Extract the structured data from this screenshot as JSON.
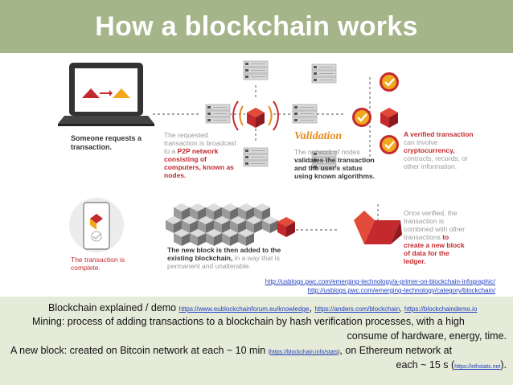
{
  "title": "How a blockchain works",
  "diagram": {
    "step1": {
      "text": "Someone requests a transaction."
    },
    "step2": {
      "part1": "The requested transaction is broadcast to a ",
      "part2": "P2P network consisting of computers, known as nodes."
    },
    "step3": {
      "heading": "Validation",
      "part1": "The network of nodes ",
      "part2": "validates the transaction and the user's status using known algorithms."
    },
    "step4": {
      "part1": "A verified transaction",
      "part2": " can involve ",
      "part3": "cryptocurrency,",
      "part4": " contracts, records, or other information."
    },
    "step5": {
      "part1": "Once verified, the transaction is combined with other transactions ",
      "part2": "to create a new block of data for the ledger."
    },
    "step6": {
      "part1": "The new block is then added to the existing blockchain,",
      "part2": " in a way that is permanent and unalterable."
    },
    "step7": {
      "text": "The transaction is complete."
    }
  },
  "sources": [
    "http://usblogs.pwc.com/emerging-technology/a-primer-on-blockchain-infographic/",
    "http://usblogs.pwc.com/emerging-technology/category/blockchain/"
  ],
  "notes": {
    "line1_label": "Blockchain explained / demo",
    "line1_links": [
      "https://www.eublockchainforum.eu/knowledge",
      "https://anders.com/blockchain",
      "https://blockchaindemo.io"
    ],
    "line1_sep_big": ",",
    "line1_sep": ",",
    "line2a": "Mining:  process of adding transactions to a blockchain by hash verification processes, with a high",
    "line2b": "consume of hardware, energy, time.",
    "line3a_prefix": "A new block: created on Bitcoin network at each ~ 10 min",
    "line3a_open": "(",
    "line3a_link": "https://blockchain.info/stats",
    "line3a_close": ")",
    "line3a_suffix": ", on Ethereum network at",
    "line3b_prefix": "each ~ 15 s (",
    "line3b_link": "https://ethstats.net",
    "line3b_suffix": ")."
  },
  "colors": {
    "title_bar": "#a4b58a",
    "bottom_panel": "#e5ead9",
    "accent_red": "#c4292e",
    "accent_orange": "#e48b1e",
    "link": "#1f3fbf"
  }
}
